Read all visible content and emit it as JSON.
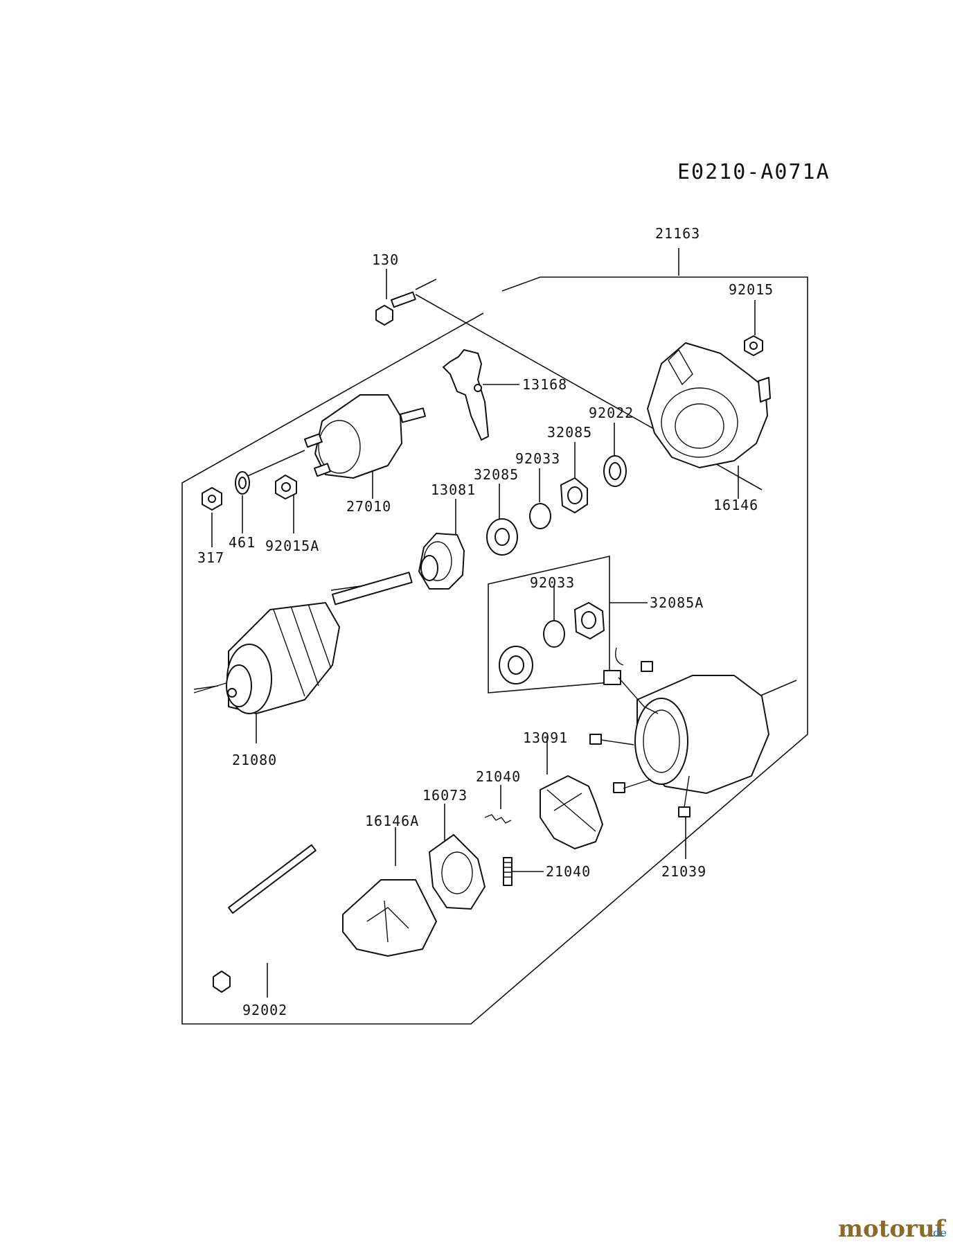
{
  "diagram_code": "E0210-A071A",
  "labels": {
    "p130": "130",
    "p21163": "21163",
    "p92015": "92015",
    "p13168": "13168",
    "p92022": "92022",
    "p32085a": "32085",
    "p92033a": "92033",
    "p32085b": "32085",
    "p13081": "13081",
    "p27010": "27010",
    "p16146": "16146",
    "p317": "317",
    "p461": "461",
    "p92015A": "92015A",
    "p92033b": "92033",
    "p32085A": "32085A",
    "p21080": "21080",
    "p13091": "13091",
    "p21040a": "21040",
    "p16073": "16073",
    "p16146A": "16146A",
    "p21040b": "21040",
    "p21039": "21039",
    "p92002": "92002"
  },
  "watermark": {
    "brand": "motoruf",
    "tld": ".de",
    "color_main": "#8a6a2a",
    "color_tld": "#2a6fb0"
  }
}
